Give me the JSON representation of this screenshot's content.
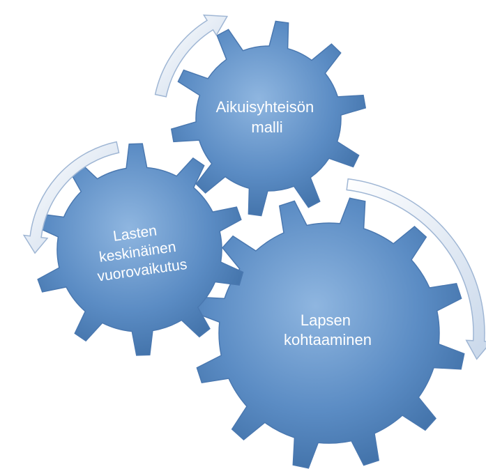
{
  "diagram": {
    "gears": [
      {
        "id": "top",
        "label_lines": [
          "Aikuisyhteisön",
          "malli"
        ]
      },
      {
        "id": "left",
        "label_lines": [
          "Lasten",
          "keskinäinen",
          "vuorovaikutus"
        ]
      },
      {
        "id": "bottom",
        "label_lines": [
          "Lapsen",
          "kohtaaminen"
        ]
      }
    ],
    "colors": {
      "gear_fill": "#5b8cc4",
      "gear_fill_light": "#8fb6e0",
      "gear_fill_dark": "#3f6fa6",
      "arrow_fill": "#e3ebf6",
      "arrow_stroke": "#9fb6d4",
      "label_text": "#ffffff"
    }
  }
}
